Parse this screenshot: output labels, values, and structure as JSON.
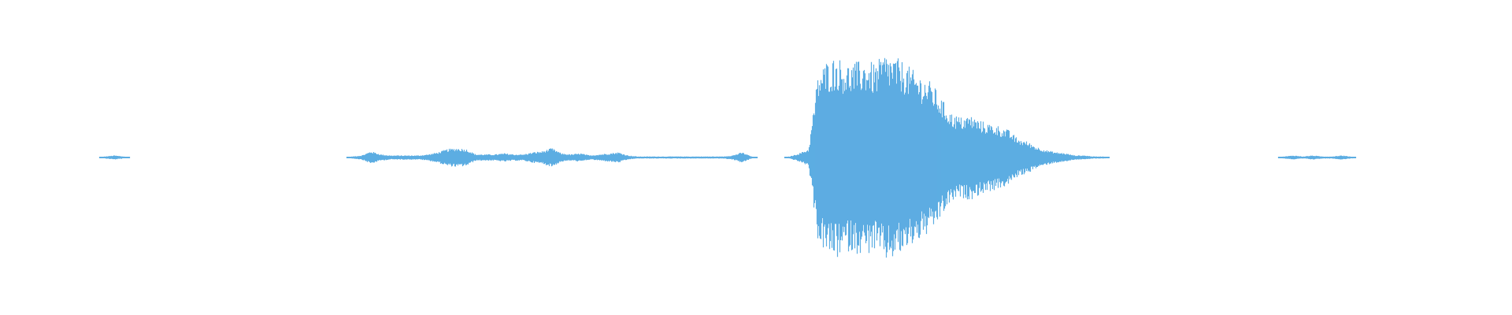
{
  "waveform": {
    "color": "#5dade2",
    "background": "#ffffff",
    "amplitude_profile": [
      0,
      0,
      0,
      0,
      0,
      0,
      0,
      0,
      0,
      0,
      0,
      0.01,
      0.02,
      0.01,
      0,
      0,
      0,
      0,
      0,
      0,
      0,
      0,
      0,
      0,
      0,
      0,
      0,
      0,
      0,
      0,
      0,
      0,
      0,
      0,
      0,
      0,
      0,
      0.01,
      0.02,
      0.06,
      0.03,
      0.02,
      0.02,
      0.02,
      0.02,
      0.03,
      0.05,
      0.08,
      0.09,
      0.08,
      0.03,
      0.03,
      0.03,
      0.04,
      0.03,
      0.03,
      0.05,
      0.06,
      0.09,
      0.04,
      0.03,
      0.04,
      0.02,
      0.03,
      0.04,
      0.05,
      0.02,
      0.01,
      0.01,
      0.01,
      0.01,
      0.01,
      0.01,
      0.01,
      0.01,
      0.01,
      0.01,
      0.02,
      0.05,
      0.01,
      0,
      0,
      0,
      0.01,
      0.04,
      0.08,
      0.8,
      0.92,
      0.95,
      0.88,
      0.9,
      0.92,
      0.88,
      0.98,
      0.95,
      0.9,
      0.82,
      0.76,
      0.7,
      0.55,
      0.42,
      0.38,
      0.4,
      0.35,
      0.32,
      0.3,
      0.26,
      0.18,
      0.15,
      0.1,
      0.07,
      0.05,
      0.04,
      0.02,
      0.02,
      0.01,
      0.01,
      0,
      0,
      0,
      0,
      0,
      0,
      0,
      0,
      0,
      0,
      0,
      0,
      0,
      0,
      0,
      0,
      0,
      0,
      0.01,
      0.02,
      0.01,
      0.02,
      0.01,
      0.01,
      0.02,
      0.01,
      0,
      0,
      0,
      0,
      0,
      0,
      0,
      0,
      0,
      0,
      0,
      0,
      0,
      0,
      0,
      0,
      0
    ]
  }
}
